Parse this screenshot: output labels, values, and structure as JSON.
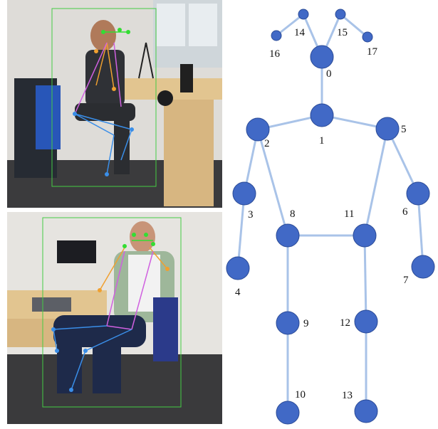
{
  "keypoints": [
    {
      "id": "0",
      "label": "0"
    },
    {
      "id": "1",
      "label": "1"
    },
    {
      "id": "2",
      "label": "2"
    },
    {
      "id": "3",
      "label": "3"
    },
    {
      "id": "4",
      "label": "4"
    },
    {
      "id": "5",
      "label": "5"
    },
    {
      "id": "6",
      "label": "6"
    },
    {
      "id": "7",
      "label": "7"
    },
    {
      "id": "8",
      "label": "8"
    },
    {
      "id": "9",
      "label": "9"
    },
    {
      "id": "10",
      "label": "10"
    },
    {
      "id": "11",
      "label": "11"
    },
    {
      "id": "12",
      "label": "12"
    },
    {
      "id": "13",
      "label": "13"
    },
    {
      "id": "14",
      "label": "14"
    },
    {
      "id": "15",
      "label": "15"
    },
    {
      "id": "16",
      "label": "16"
    },
    {
      "id": "17",
      "label": "17"
    }
  ],
  "bones": [
    [
      "0",
      "1"
    ],
    [
      "1",
      "2"
    ],
    [
      "1",
      "5"
    ],
    [
      "2",
      "3"
    ],
    [
      "3",
      "4"
    ],
    [
      "5",
      "6"
    ],
    [
      "6",
      "7"
    ],
    [
      "2",
      "8"
    ],
    [
      "5",
      "11"
    ],
    [
      "8",
      "11"
    ],
    [
      "8",
      "9"
    ],
    [
      "9",
      "10"
    ],
    [
      "11",
      "12"
    ],
    [
      "12",
      "13"
    ],
    [
      "0",
      "14"
    ],
    [
      "0",
      "15"
    ],
    [
      "14",
      "16"
    ],
    [
      "15",
      "17"
    ]
  ],
  "colors": {
    "joint": "#4169c6",
    "joint_stroke": "#2a4a96",
    "bone": "#a9c3e8",
    "bbox": "#44cc44",
    "pose_green": "#33dd33",
    "pose_orange": "#f0a030",
    "pose_magenta": "#d060e0",
    "pose_blue": "#3a8ee8"
  }
}
